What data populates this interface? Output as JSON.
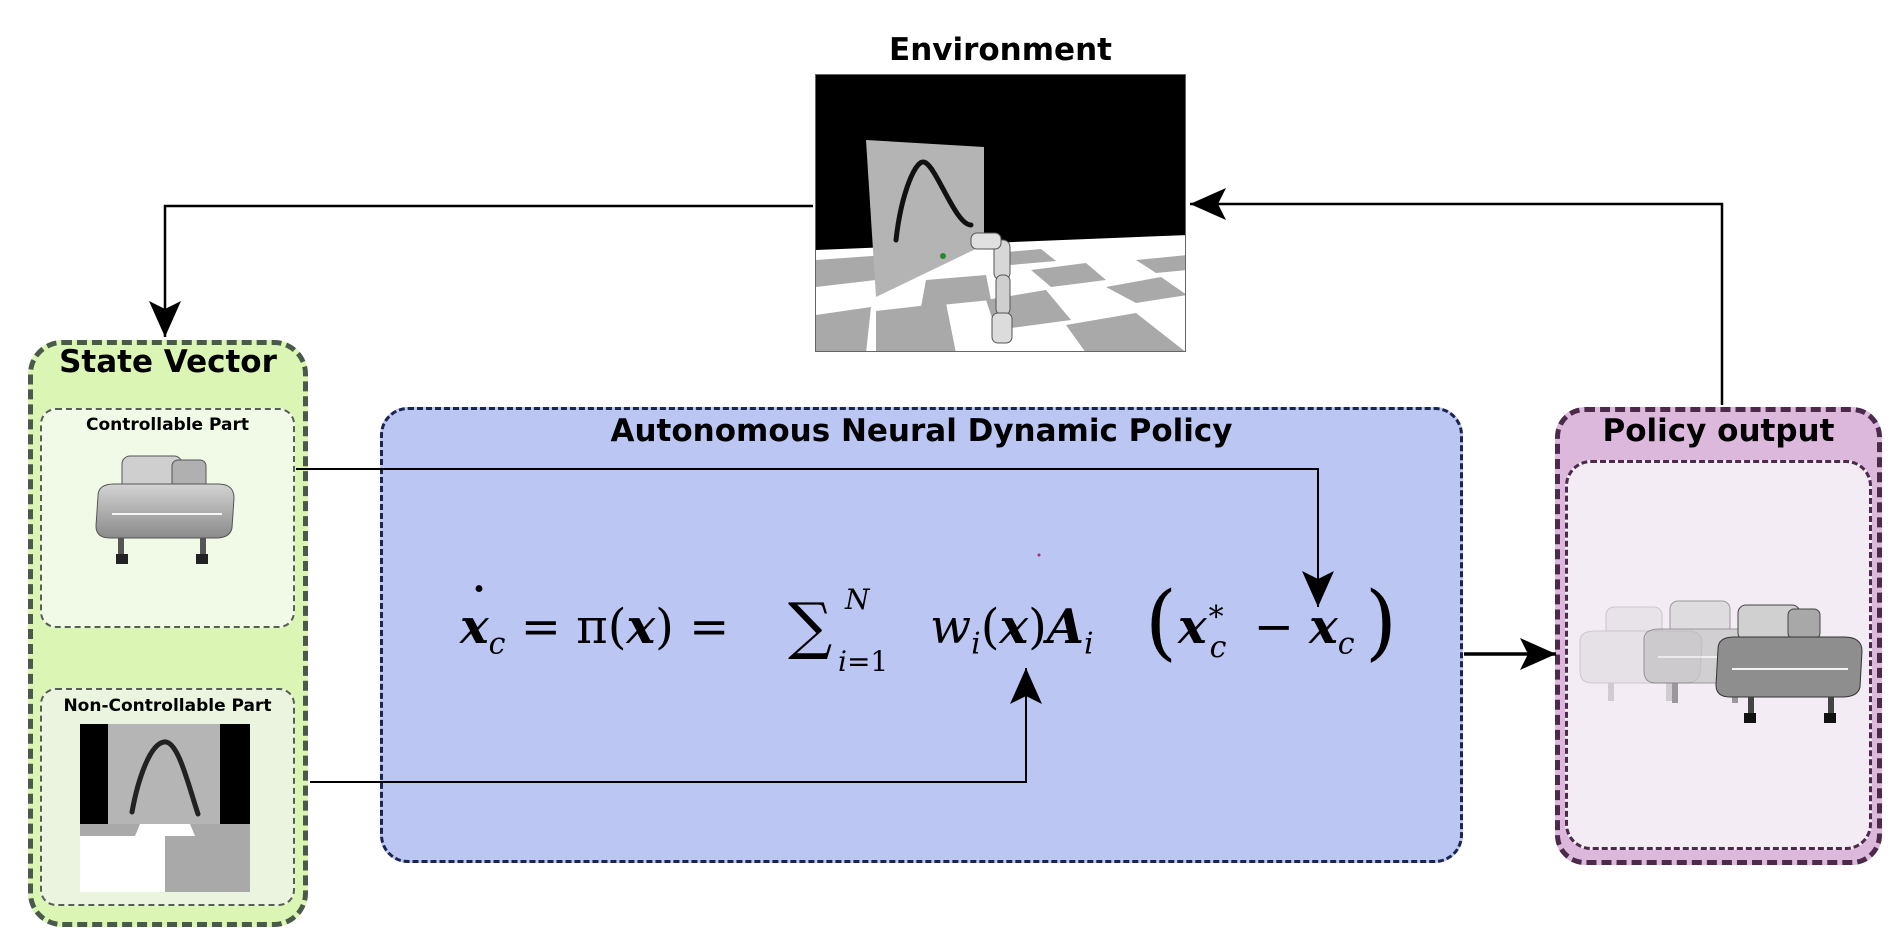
{
  "environment": {
    "title": "Environment"
  },
  "state_vector": {
    "title": "State Vector",
    "controllable_label": "Controllable Part",
    "non_controllable_label": "Non-Controllable Part"
  },
  "policy": {
    "title": "Autonomous Neural Dynamic Policy"
  },
  "output": {
    "title": "Policy output"
  },
  "colors": {
    "state_fill": "#dbf5b4",
    "policy_fill": "#bbc6f3",
    "output_fill": "#dcb9dc"
  }
}
